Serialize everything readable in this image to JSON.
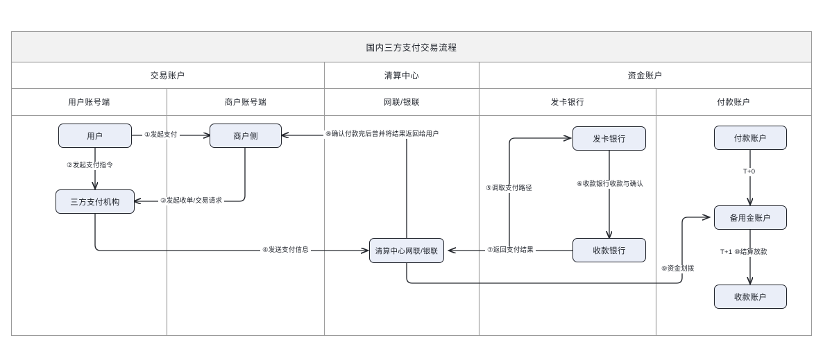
{
  "diagram": {
    "title": "国内三方支付交易流程",
    "groups": [
      {
        "label": "交易账户"
      },
      {
        "label": "清算中心"
      },
      {
        "label": "资金账户"
      }
    ],
    "lanes": [
      {
        "label": "用户账号端"
      },
      {
        "label": "商户账号端"
      },
      {
        "label": "网联/银联"
      },
      {
        "label": "发卡银行"
      },
      {
        "label": "付款账户"
      }
    ],
    "nodes": [
      {
        "id": "user",
        "label": "用户"
      },
      {
        "id": "merchant",
        "label": "商户侧"
      },
      {
        "id": "tpp",
        "label": "三方支付机构"
      },
      {
        "id": "clearing",
        "label": "清算中心网联/银联"
      },
      {
        "id": "issuer",
        "label": "发卡银行"
      },
      {
        "id": "acquirer",
        "label": "收款银行"
      },
      {
        "id": "payer",
        "label": "付款账户"
      },
      {
        "id": "reserve",
        "label": "备用金账户"
      },
      {
        "id": "payee",
        "label": "收款账户"
      }
    ],
    "edges": [
      {
        "id": "e1",
        "label": "①发起支付",
        "from": "user",
        "to": "merchant"
      },
      {
        "id": "e2",
        "label": "②发起支付指令",
        "from": "user",
        "to": "tpp"
      },
      {
        "id": "e3",
        "label": "③发起收单/交易请求",
        "from": "merchant",
        "to": "tpp"
      },
      {
        "id": "e4",
        "label": "④发送支付信息",
        "from": "tpp",
        "to": "clearing"
      },
      {
        "id": "e5",
        "label": "⑤调取支付路径",
        "from": "clearing",
        "to": "issuer"
      },
      {
        "id": "e6",
        "label": "⑥收款银行收款与确认",
        "from": "issuer",
        "to": "acquirer"
      },
      {
        "id": "e7",
        "label": "⑦返回支付结果",
        "from": "acquirer",
        "to": "clearing"
      },
      {
        "id": "e8",
        "label": "⑧确认付款完后曾并将结果返回给用户",
        "from": "clearing",
        "to": "merchant"
      },
      {
        "id": "e9",
        "label": "⑨资金划拨",
        "from": "clearing",
        "to": "reserve"
      },
      {
        "id": "e10",
        "label": "T+0",
        "from": "payer",
        "to": "reserve"
      },
      {
        "id": "e11",
        "label": "T+1 ⑩结算放款",
        "from": "reserve",
        "to": "payee"
      }
    ],
    "colors": {
      "node_fill": "#eaeef8",
      "node_stroke": "#20232b",
      "frame_stroke": "#9a9a9a",
      "title_fill": "#f2f2f2",
      "edge_stroke": "#26292f"
    }
  }
}
